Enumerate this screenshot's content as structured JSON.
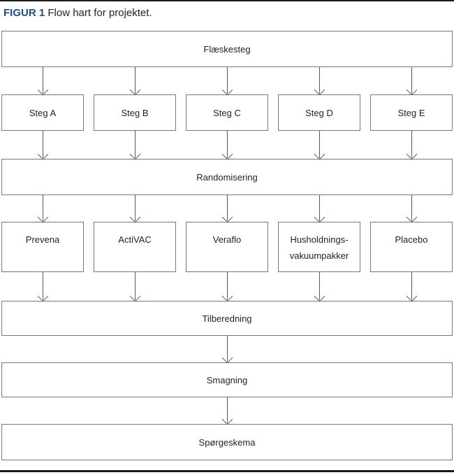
{
  "caption": {
    "label": "FIGUR 1",
    "text": "Flow hart for projektet."
  },
  "flowchart": {
    "type": "flowchart",
    "direction": "top-down",
    "source": "Flæskesteg",
    "steps": [
      "Steg A",
      "Steg B",
      "Steg C",
      "Steg D",
      "Steg E"
    ],
    "randomization": "Randomisering",
    "treatments": [
      "Prevena",
      "ActiVAC",
      "Veraflo",
      "Husholdnings-\nvakuumpakker",
      "Placebo"
    ],
    "preparation": "Tilberedning",
    "tasting": "Smagning",
    "questionnaire": "Spørgeskema",
    "edges": [
      "Flæskesteg -> Steg A..E",
      "Steg A..E -> Randomisering",
      "Randomisering -> Prevena | ActiVAC | Veraflo | Husholdnings-vakuumpakker | Placebo",
      "Treatments -> Tilberedning",
      "Tilberedning -> Smagning",
      "Smagning -> Spørgeskema"
    ]
  },
  "colors": {
    "caption_label": "#1d4e8f",
    "box_border": "#76777a",
    "arrow": "#57585a",
    "rule": "#1a1a1a",
    "text": "#231f20"
  }
}
